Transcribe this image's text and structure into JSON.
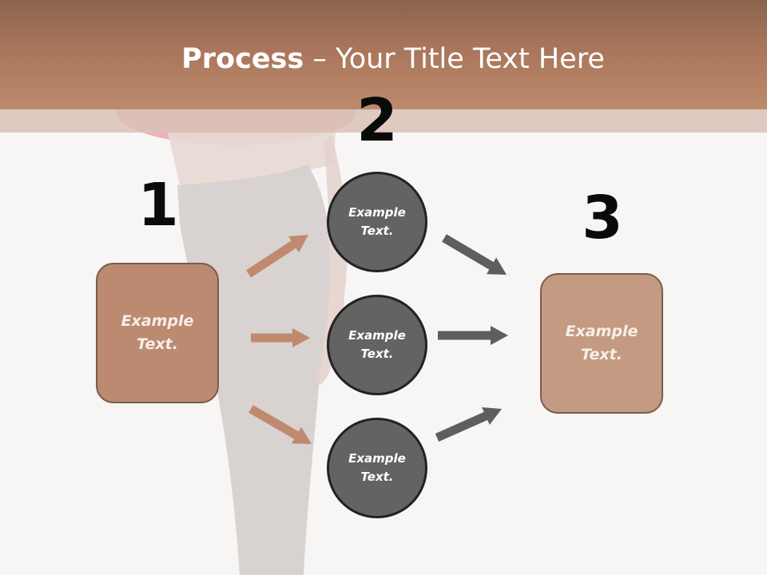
{
  "slide": {
    "title_bold": "Process",
    "title_rest": " – Your Title Text Here",
    "steps": [
      "1",
      "2",
      "3"
    ],
    "left_box": {
      "text": "Example Text."
    },
    "circles": [
      {
        "text": "Example Text."
      },
      {
        "text": "Example Text."
      },
      {
        "text": "Example Text."
      }
    ],
    "right_box": {
      "text": "Example Text."
    }
  },
  "colors": {
    "header": "#b07a5e",
    "box_fill": "#bb8a70",
    "circle_fill": "#636363",
    "arrow_left": "#bf8a6e",
    "arrow_right": "#5e5e5e"
  }
}
